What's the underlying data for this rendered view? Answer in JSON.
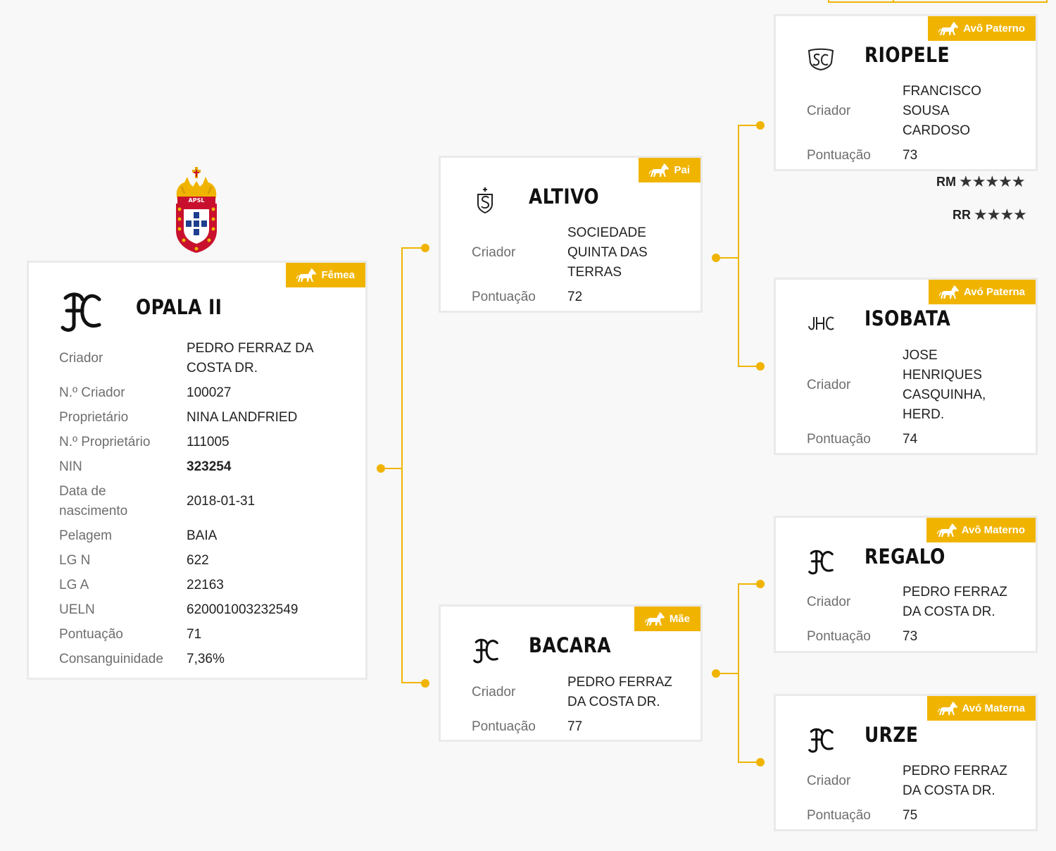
{
  "labels": {
    "criador": "Criador",
    "n_criador": "N.º Criador",
    "proprietario": "Proprietário",
    "n_proprietario": "N.º Proprietário",
    "nin": "NIN",
    "data_nascimento": "Data de nascimento",
    "pelagem": "Pelagem",
    "lg_n": "LG N",
    "lg_a": "LG A",
    "ueln": "UELN",
    "pontuacao": "Pontuação",
    "consanguinidade": "Consanguinidade"
  },
  "logo": {
    "text": "APSL"
  },
  "main": {
    "badge": "Fêmea",
    "name": "OPALA II",
    "brand_icon": "fc-brand-icon",
    "criador": "PEDRO FERRAZ DA COSTA DR.",
    "n_criador": "100027",
    "proprietario": "NINA LANDFRIED",
    "n_proprietario": "111005",
    "nin": "323254",
    "data_nascimento": "2018-01-31",
    "pelagem": "BAIA",
    "lg_n": "622",
    "lg_a": "22163",
    "ueln": "620001003232549",
    "pontuacao": "71",
    "consanguinidade": "7,36%"
  },
  "pai": {
    "badge": "Pai",
    "name": "ALTIVO",
    "brand_icon": "s-cross-brand-icon",
    "criador": "SOCIEDADE QUINTA DAS TERRAS",
    "pontuacao": "72"
  },
  "mae": {
    "badge": "Mãe",
    "name": "BACARA",
    "brand_icon": "fc-brand-icon",
    "criador": "PEDRO FERRAZ DA COSTA DR.",
    "pontuacao": "77"
  },
  "avo_paterno": {
    "badge": "Avô Paterno",
    "name": "RIOPELE",
    "brand_icon": "sc-shield-brand-icon",
    "criador": "FRANCISCO SOUSA CARDOSO",
    "pontuacao": "73"
  },
  "avo_paterna": {
    "badge": "Avó Paterna",
    "name": "ISOBATA",
    "brand_icon": "jhc-brand-icon",
    "criador": "JOSE HENRIQUES CASQUINHA, HERD.",
    "pontuacao": "74"
  },
  "avo_materno": {
    "badge": "Avô Materno",
    "name": "REGALO",
    "brand_icon": "fc-brand-icon",
    "criador": "PEDRO FERRAZ DA COSTA DR.",
    "pontuacao": "73"
  },
  "avo_materna": {
    "badge": "Avó Materna",
    "name": "URZE",
    "brand_icon": "fc-brand-icon",
    "criador": "PEDRO FERRAZ DA COSTA DR.",
    "pontuacao": "75"
  },
  "ratings": [
    {
      "label": "RM",
      "stars": 5
    },
    {
      "label": "RR",
      "stars": 4
    }
  ],
  "colors": {
    "accent": "#f0b400",
    "label": "#6e6e6e",
    "border": "#eaeaea"
  }
}
